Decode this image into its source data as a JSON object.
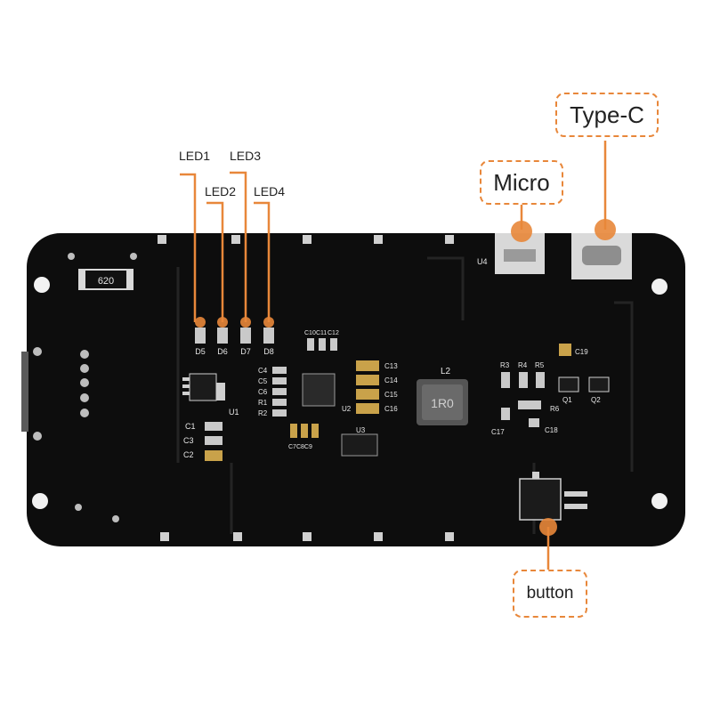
{
  "callouts": {
    "type_c": "Type-C",
    "micro": "Micro",
    "button": "button"
  },
  "led_labels": {
    "led1": "LED1",
    "led2": "LED2",
    "led3": "LED3",
    "led4": "LED4"
  },
  "silkscreen": {
    "resistor_code": "620",
    "inductor_code": "1R0",
    "inductor_ref": "L2",
    "u4": "U4",
    "u1": "U1",
    "u2": "U2",
    "u3": "U3",
    "d5": "D5",
    "d6": "D6",
    "d7": "D7",
    "d8": "D8",
    "c1": "C1",
    "c2": "C2",
    "c3": "C3",
    "c4": "C4",
    "c5": "C5",
    "c6": "C6",
    "r1": "R1",
    "r2": "R2",
    "c10": "C10",
    "c11": "C11",
    "c12": "C12",
    "c13": "C13",
    "c14": "C14",
    "c15": "C15",
    "c16": "C16",
    "c7c8c9": "C7C8C9",
    "r3": "R3",
    "r4": "R4",
    "r5": "R5",
    "r6": "R6",
    "c17": "C17",
    "c18": "C18",
    "c19": "C19",
    "q1": "Q1",
    "q2": "Q2"
  },
  "colors": {
    "accent": "#e8873a",
    "board": "#0d0d0d",
    "silkscreen": "#e6e6e6",
    "pad": "#c9c9c9"
  }
}
